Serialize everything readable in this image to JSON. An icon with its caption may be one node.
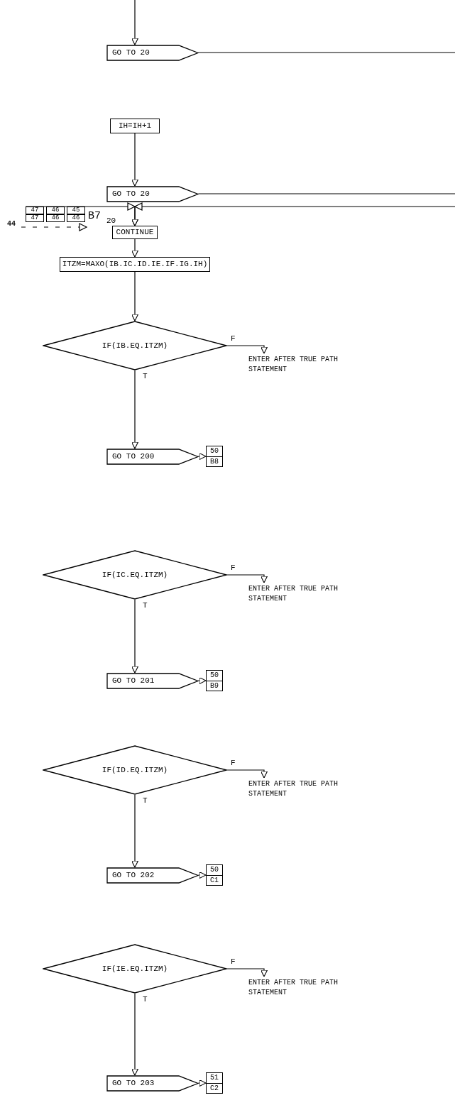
{
  "diagram": {
    "nodes": [
      {
        "text": [
          "GO TO 20"
        ]
      },
      {
        "text": [
          "IH=IH+1"
        ]
      },
      {
        "text": [
          "GO TO 20"
        ]
      },
      {
        "text": [
          "47",
          "46",
          "45",
          "47",
          "46",
          "46"
        ],
        "beside": [
          "B7"
        ]
      },
      {
        "text": [
          "CONTINUE"
        ],
        "beside": [
          "20"
        ]
      },
      {
        "text": [
          "ITZM=MAXO(IB.IC.ID.IE.IF.IG.IH)"
        ]
      },
      {
        "text": [
          "IF(IB.EQ.ITZM)"
        ]
      },
      {
        "text": [
          "ENTER AFTER TRUE PATH STATEMENT"
        ]
      },
      {
        "text": [
          "GO TO 200"
        ]
      },
      {
        "text": [
          "50",
          "B8"
        ]
      },
      {
        "text": [
          "IF(IC.EQ.ITZM)"
        ]
      },
      {
        "text": [
          "ENTER AFTER TRUE PATH STATEMENT"
        ]
      },
      {
        "text": [
          "GO TO 201"
        ]
      },
      {
        "text": [
          "50",
          "B9"
        ]
      },
      {
        "text": [
          "IF(ID.EQ.ITZM)"
        ]
      },
      {
        "text": [
          "ENTER AFTER TRUE PATH STATEMENT"
        ]
      },
      {
        "text": [
          "GO TO 202"
        ]
      },
      {
        "text": [
          "50",
          "C1"
        ]
      },
      {
        "text": [
          "IF(IE.EQ.ITZM)"
        ]
      },
      {
        "text": [
          "ENTER AFTER TRUE PATH STATEMENT"
        ]
      },
      {
        "text": [
          "GO TO 203"
        ]
      },
      {
        "text": [
          "51",
          "C2"
        ]
      }
    ],
    "edges": [
      {
        "from": null,
        "to": 0,
        "arrow": "to"
      },
      {
        "from": 0,
        "to": null,
        "arrow": "none"
      },
      {
        "from": 1,
        "to": 2,
        "arrow": "to"
      },
      {
        "from": 2,
        "to": null,
        "arrow": "none"
      },
      {
        "from": null,
        "to": 4,
        "arrow": "to"
      },
      {
        "from": 3,
        "to": 4,
        "arrow": "to"
      },
      {
        "from": 4,
        "to": 5,
        "arrow": "to"
      },
      {
        "from": 5,
        "to": 6,
        "arrow": "to"
      },
      {
        "from": 6,
        "to": 7,
        "arrow": "to",
        "label": "F"
      },
      {
        "from": 6,
        "to": 8,
        "arrow": "to",
        "label": "T"
      },
      {
        "from": 8,
        "to": 9,
        "arrow": "to"
      },
      {
        "from": 10,
        "to": 11,
        "arrow": "to",
        "label": "F"
      },
      {
        "from": 10,
        "to": 12,
        "arrow": "to",
        "label": "T"
      },
      {
        "from": 12,
        "to": 13,
        "arrow": "to"
      },
      {
        "from": 14,
        "to": 15,
        "arrow": "to",
        "label": "F"
      },
      {
        "from": 14,
        "to": 16,
        "arrow": "to",
        "label": "T"
      },
      {
        "from": 16,
        "to": 17,
        "arrow": "to"
      },
      {
        "from": 18,
        "to": 19,
        "arrow": "to",
        "label": "F"
      },
      {
        "from": 18,
        "to": 20,
        "arrow": "to",
        "label": "T"
      },
      {
        "from": 20,
        "to": 21,
        "arrow": "to"
      }
    ],
    "labels": [
      "44"
    ]
  }
}
